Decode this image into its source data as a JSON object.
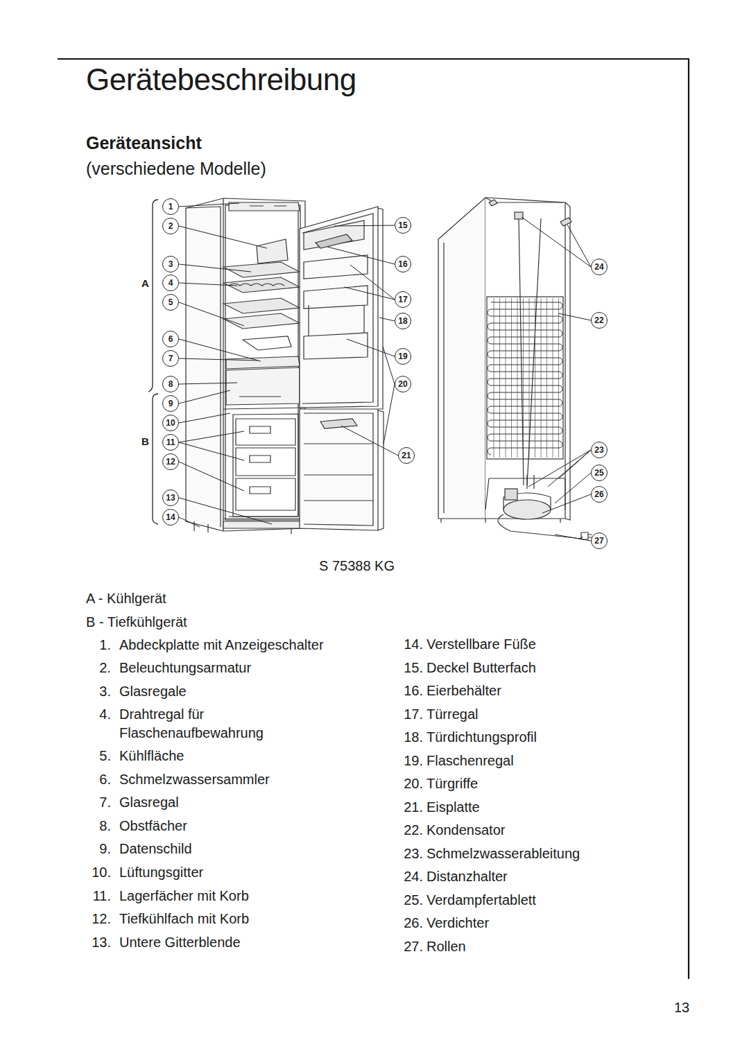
{
  "diagram": {
    "title": "Gerätebeschreibung",
    "labels": [
      "Geräteansicht",
      "(verschiedene Modelle)",
      "1",
      "2",
      "3",
      "4",
      "5",
      "6",
      "7",
      "8",
      "9",
      "10",
      "11",
      "12",
      "13",
      "14",
      "15",
      "16",
      "17",
      "18",
      "19",
      "20",
      "21",
      "22",
      "23",
      "24",
      "25",
      "26",
      "27",
      "A",
      "B",
      "S 75388 KG",
      "A - Kühlgerät",
      "B - Tiefkühlgerät",
      "1.",
      "Abdeckplatte mit Anzeigeschalter",
      "2.",
      "Beleuchtungsarmatur",
      "3.",
      "Glasregale",
      "4.",
      "Drahtregal für Flaschenaufbewahrung",
      "5.",
      "Kühlfläche",
      "6.",
      "Schmelzwassersammler",
      "7.",
      "Glasregal",
      "8.",
      "Obstfächer",
      "9.",
      "Datenschild",
      "10.",
      "Lüftungsgitter",
      "11.",
      "Lagerfächer mit Korb",
      "12.",
      "Tiefkühlfach mit Korb",
      "13.",
      "Untere Gitterblende",
      "14.",
      "Verstellbare Füße",
      "15.",
      "Deckel Butterfach",
      "16.",
      "Eierbehälter",
      "17.",
      "Türregal",
      "18.",
      "Türdichtungsprofil",
      "19.",
      "Flaschenregal",
      "20.",
      "Türgriffe",
      "21.",
      "Eisplatte",
      "22.",
      "Kondensator",
      "23.",
      "Schmelzwasserableitung",
      "24.",
      "Distanzhalter",
      "25.",
      "Verdampfertablett",
      "26.",
      "Verdichter",
      "27.",
      "Rollen",
      "13"
    ]
  }
}
